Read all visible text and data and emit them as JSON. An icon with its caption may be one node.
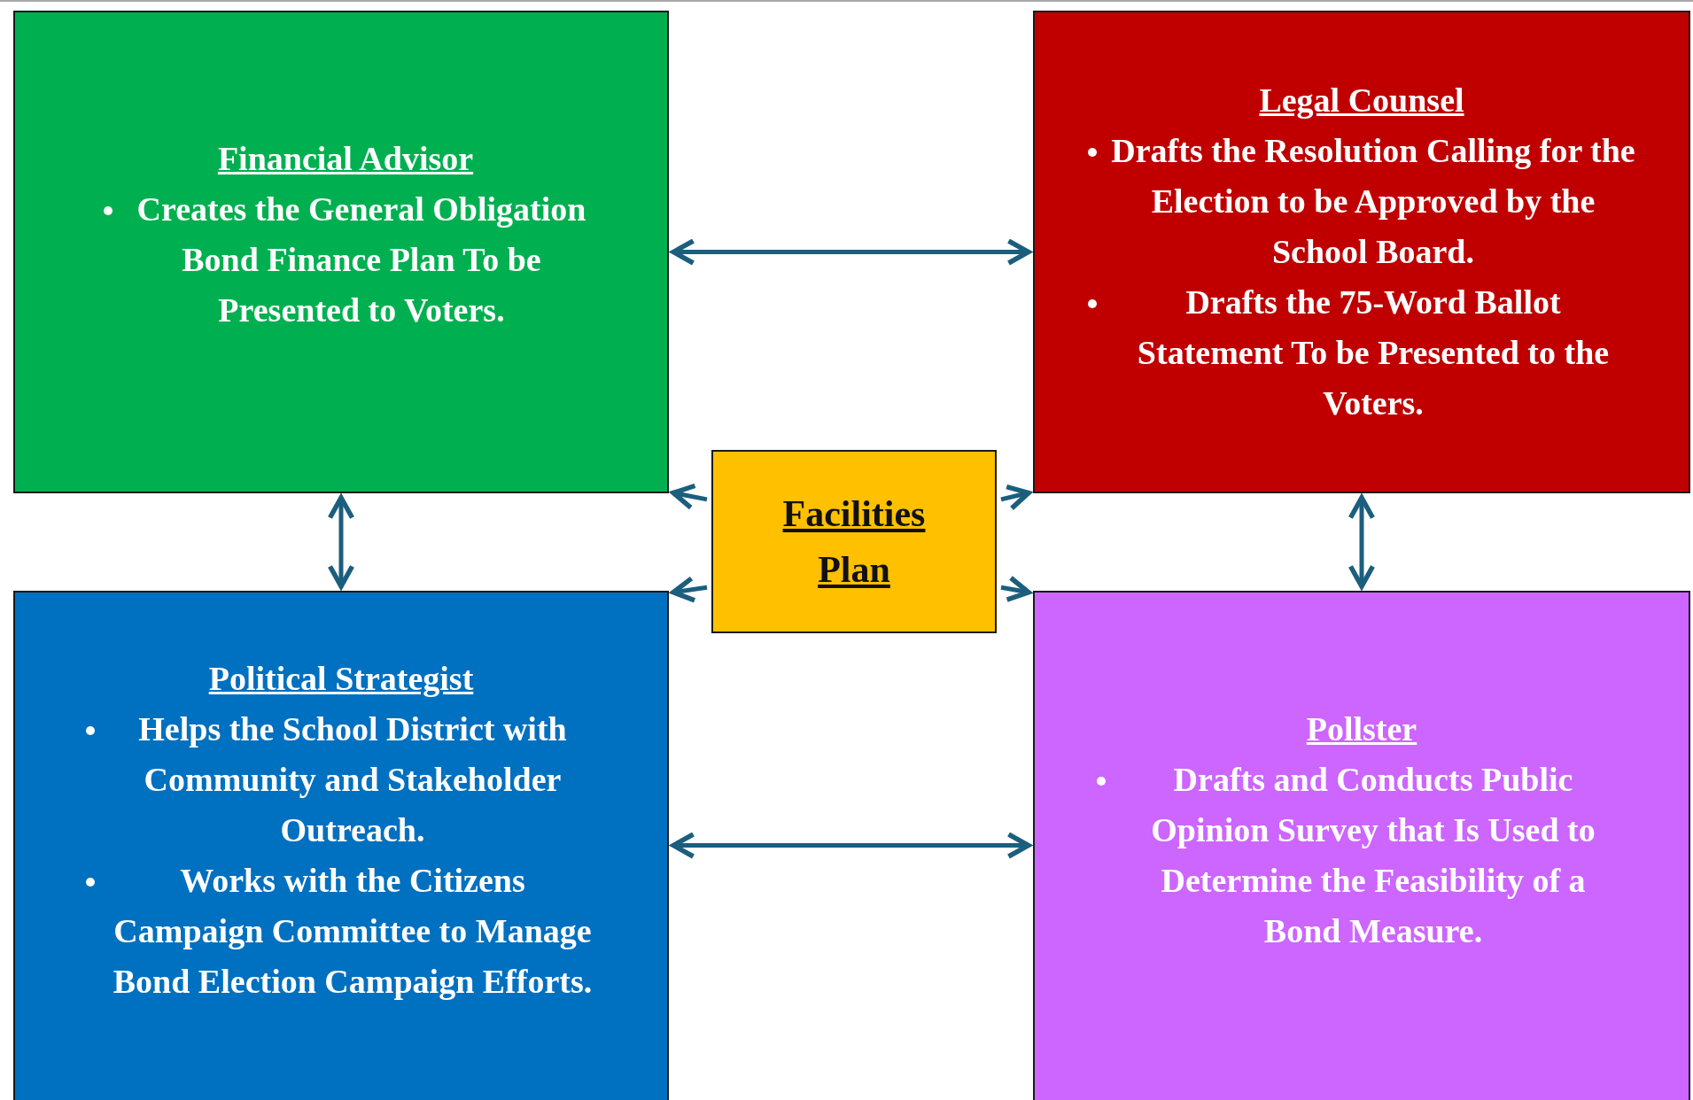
{
  "diagram": {
    "nodes": [
      {
        "text": [
          "Financial Advisor",
          "Creates the General Obligation Bond Finance Plan To be Presented to Voters."
        ]
      },
      {
        "text": [
          "Legal Counsel",
          "Drafts the Resolution Calling for the Election to be Approved by the School Board.",
          "Drafts the 75-Word Ballot Statement To be Presented to the Voters."
        ]
      },
      {
        "text": [
          "Facilities Plan"
        ]
      },
      {
        "text": [
          "Political Strategist",
          "Helps the School District with Community and Stakeholder Outreach.",
          "Works with the Citizens Campaign Committee to Manage Bond Election Campaign Efforts."
        ]
      },
      {
        "text": [
          "Pollster",
          "Drafts and Conducts Public Opinion Survey that Is Used to Determine the Feasibility of a Bond Measure."
        ]
      }
    ],
    "edges": [
      {
        "from": 0,
        "to": 1,
        "arrow": "both"
      },
      {
        "from": 0,
        "to": 3,
        "arrow": "both"
      },
      {
        "from": 1,
        "to": 4,
        "arrow": "both"
      },
      {
        "from": 3,
        "to": 4,
        "arrow": "both"
      },
      {
        "from": 2,
        "to": 0,
        "arrow": "to"
      },
      {
        "from": 2,
        "to": 1,
        "arrow": "to"
      },
      {
        "from": 2,
        "to": 3,
        "arrow": "to"
      },
      {
        "from": 2,
        "to": 4,
        "arrow": "to"
      }
    ]
  }
}
